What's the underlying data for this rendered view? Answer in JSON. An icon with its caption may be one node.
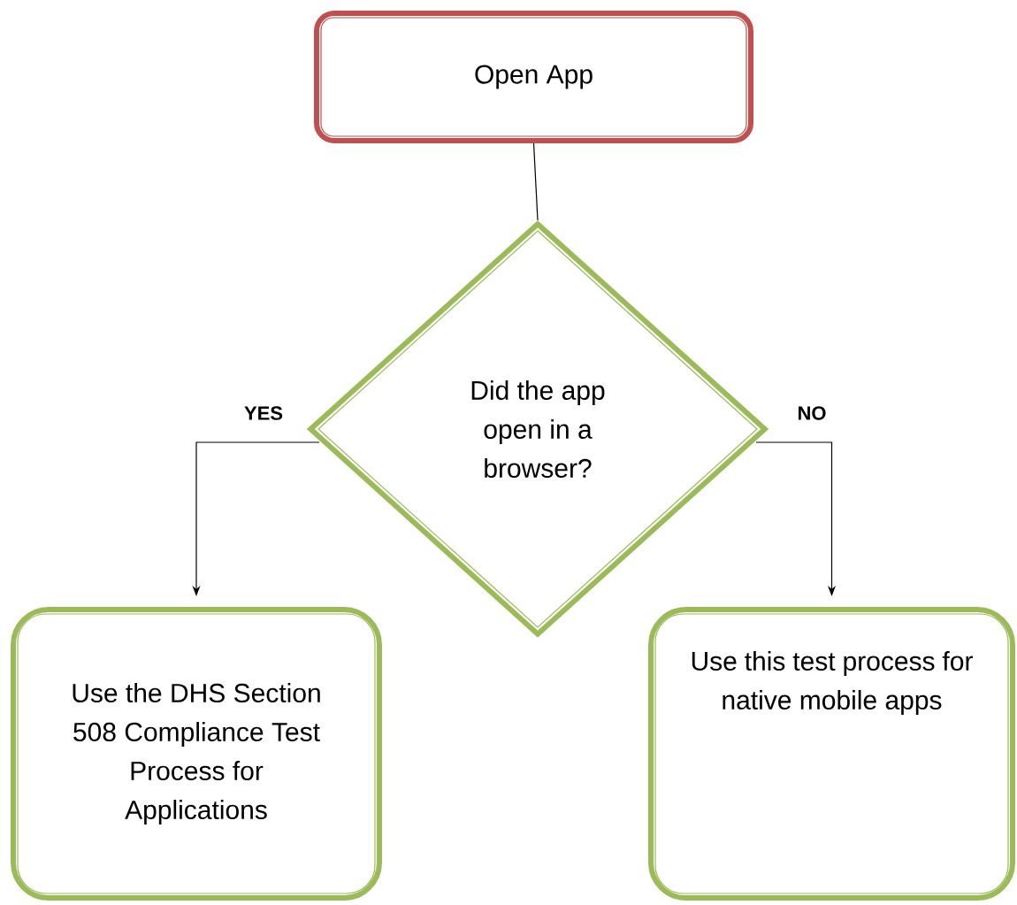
{
  "diagram": {
    "nodes": [
      {
        "text": [
          "Open App"
        ]
      },
      {
        "text": [
          "Did the app open in a browser?"
        ]
      },
      {
        "text": [
          "Use the DHS Section 508 Compliance Test Process for Applications"
        ]
      },
      {
        "text": [
          "Use this test process for native mobile apps"
        ]
      }
    ],
    "edges": [
      {
        "from": 0,
        "to": 1,
        "arrow": "none"
      },
      {
        "from": 1,
        "to": 2,
        "arrow": "to",
        "label": "YES"
      },
      {
        "from": 1,
        "to": 3,
        "arrow": "to",
        "label": "NO"
      }
    ]
  }
}
